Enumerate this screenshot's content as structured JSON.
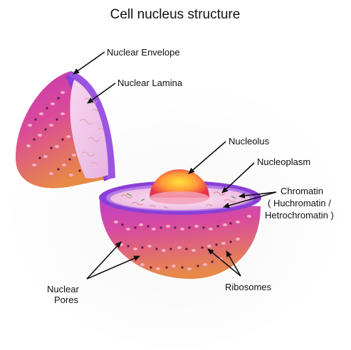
{
  "title": "Cell nucleus structure",
  "labels": {
    "nuclear_envelope": "Nuclear Envelope",
    "nuclear_lamina": "Nuclear Lamina",
    "nucleolus": "Nucleolus",
    "nucleoplasm": "Nucleoplasm",
    "chromatin_line1": "Chromatin",
    "chromatin_line2": "( Huchromatin /",
    "chromatin_line3": "Hetrochromatin )",
    "nuclear_pores_line1": "Nuclear",
    "nuclear_pores_line2": "Pores",
    "ribosomes": "Ribosomes"
  },
  "colors": {
    "shell_outer": "#d9499a",
    "shell_bottom": "#e8874a",
    "rim_purple": "#8a3fd6",
    "lamina_inner": "#f2c6ea",
    "nucleolus_core": "#ffd23a",
    "nucleolus_edge": "#f0473a",
    "pores": "#f7b0c4",
    "ribosomes": "#5a1a52"
  }
}
